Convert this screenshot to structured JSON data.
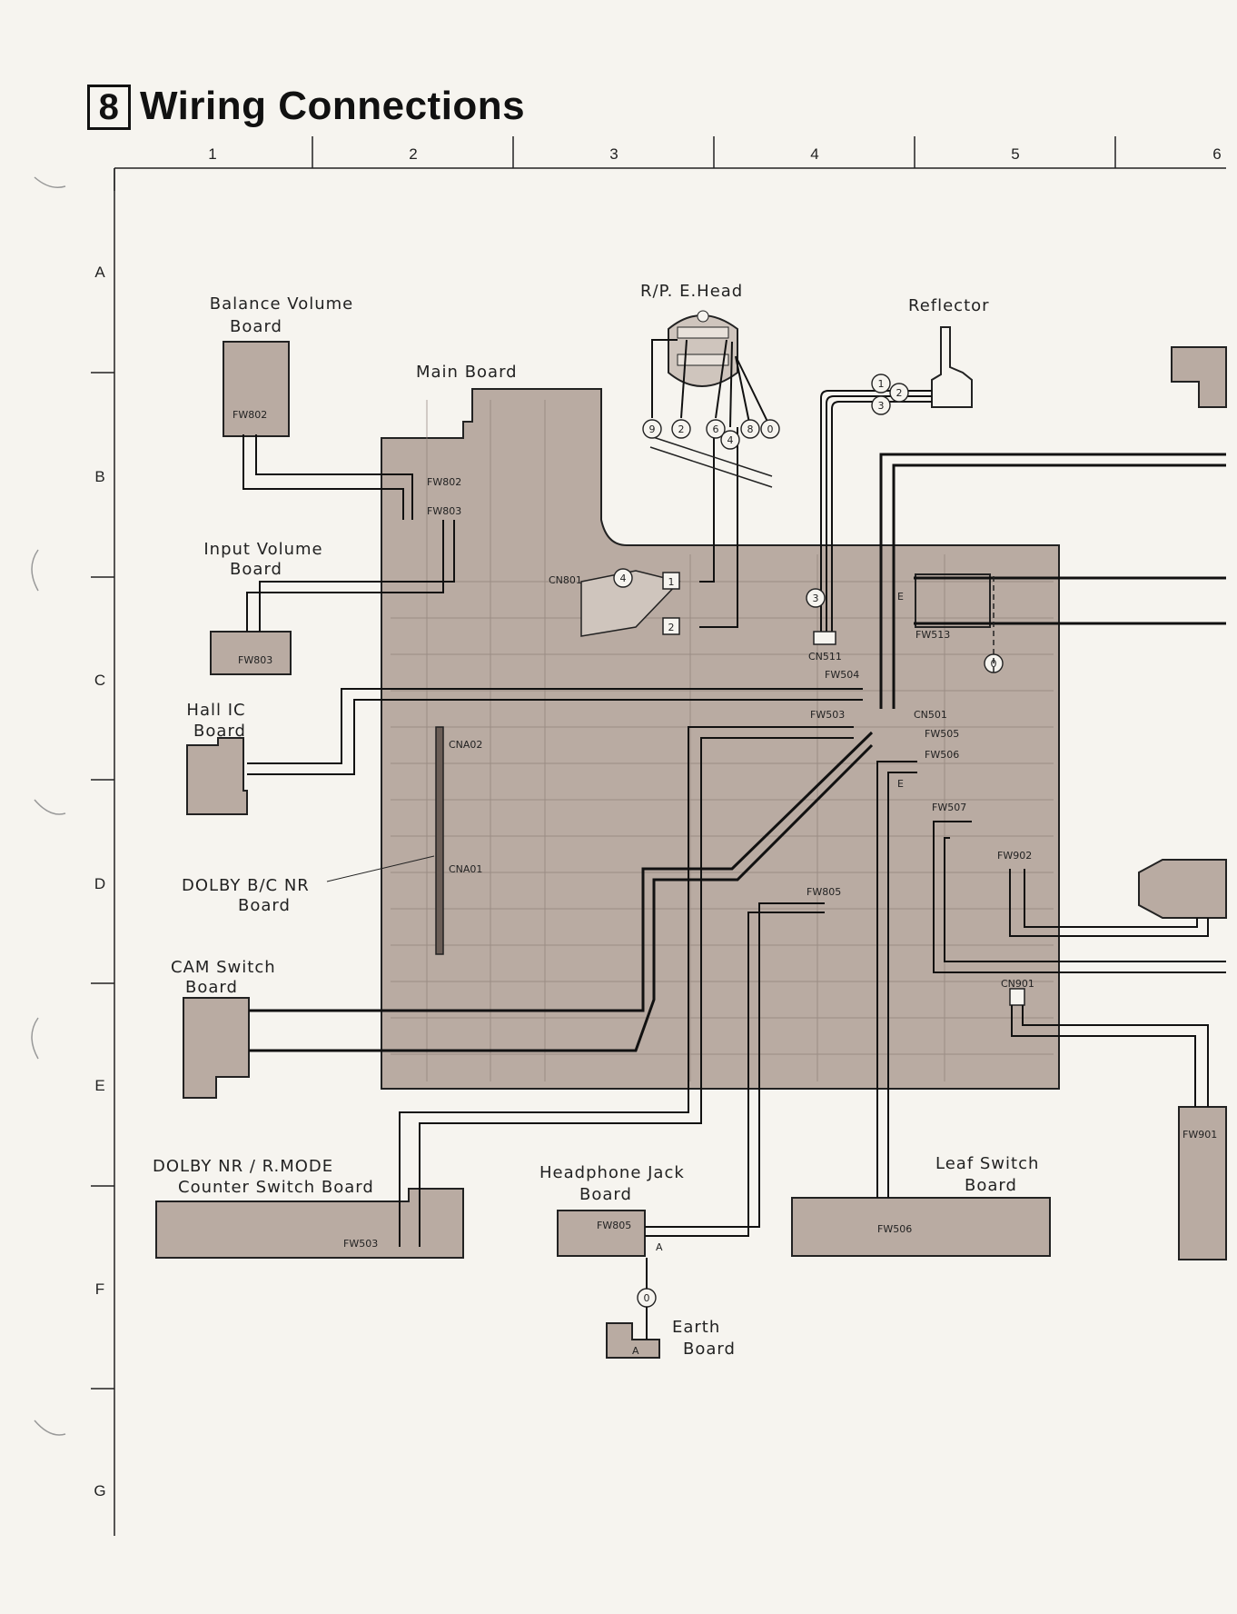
{
  "section_number": "8",
  "title": "Wiring Connections",
  "grid": {
    "columns": [
      "1",
      "2",
      "3",
      "4",
      "5",
      "6"
    ],
    "rows": [
      "A",
      "B",
      "C",
      "D",
      "E",
      "F",
      "G"
    ]
  },
  "boards": {
    "balance_volume": "Balance Volume",
    "balance_volume_2": "Board",
    "main": "Main Board",
    "input_volume": "Input Volume",
    "input_volume_2": "Board",
    "hall_ic": "Hall IC",
    "hall_ic_2": "Board",
    "dolby_bc": "DOLBY B/C NR",
    "dolby_bc_2": "Board",
    "cam_switch": "CAM Switch",
    "cam_switch_2": "Board",
    "dolby_nr": "DOLBY NR / R.MODE",
    "dolby_nr_2": "Counter Switch Board",
    "headphone": "Headphone Jack",
    "headphone_2": "Board",
    "earth": "Earth",
    "earth_2": "Board",
    "leaf_switch": "Leaf Switch",
    "leaf_switch_2": "Board",
    "rpe_head": "R/P. E.Head",
    "reflector": "Reflector"
  },
  "connectors": {
    "fw802_a": "FW802",
    "fw802_b": "FW802",
    "fw803_a": "FW803",
    "fw803_b": "FW803",
    "cn801": "CN801",
    "cna02": "CNA02",
    "cna01": "CNA01",
    "cn511": "CN511",
    "fw504": "FW504",
    "fw503_a": "FW503",
    "fw503_b": "FW503",
    "cn501": "CN501",
    "fw505": "FW505",
    "fw506_a": "FW506",
    "fw506_b": "FW506",
    "fw513": "FW513",
    "fw507": "FW507",
    "fw902": "FW902",
    "fw805_a": "FW805",
    "fw805_b": "FW805",
    "cn901": "CN901",
    "fw901": "FW901"
  },
  "wire_marks": {
    "m9": "9",
    "m2": "2",
    "m6": "6",
    "m4": "4",
    "m8": "8",
    "m0": "0",
    "r1": "1",
    "r2": "2",
    "r3": "3",
    "cn3": "3",
    "cn4": "4",
    "box1": "1",
    "box2": "2",
    "earth0": "0",
    "leaf0": "0",
    "a1": "A",
    "a2": "A",
    "e1": "E",
    "e2": "E"
  }
}
